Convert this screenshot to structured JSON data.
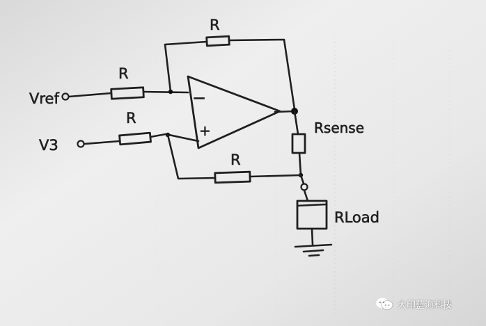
{
  "diagram": {
    "top_feedback_resistor": "R",
    "inverting_input_resistor": "R",
    "noninverting_input_resistor": "R",
    "bottom_feedback_resistor": "R",
    "input_vref_label": "Vref",
    "input_v3_label": "V3",
    "opamp_minus": "−",
    "opamp_plus": "+",
    "sense_resistor_label": "Rsense",
    "load_label": "RLoad"
  },
  "watermark": {
    "icon": "wechat-icon",
    "text": "大印蓝海科技"
  },
  "colors": {
    "ink": "#1f1f1f",
    "paper": "#ececec",
    "grid_dots": "#b9b9b9"
  }
}
